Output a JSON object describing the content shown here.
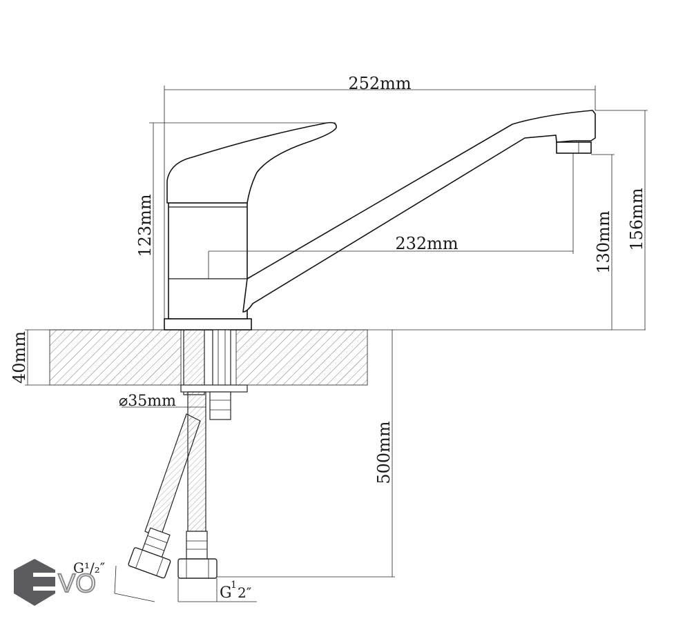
{
  "dimensions": {
    "total_width": "252mm",
    "spout_reach": "232mm",
    "body_height": "123mm",
    "spout_outlet_height": "130mm",
    "total_height": "156mm",
    "counter_thickness": "40mm",
    "mount_hole": "⌀35mm",
    "hose_length": "500mm",
    "thread_left": "G¹/₂″",
    "thread_right_main": "G",
    "thread_right_sup": "1",
    "thread_right_sub": "2″"
  },
  "watermark": {
    "text": "VO"
  },
  "colors": {
    "line": "#111111",
    "logo": "#5b5b60"
  }
}
